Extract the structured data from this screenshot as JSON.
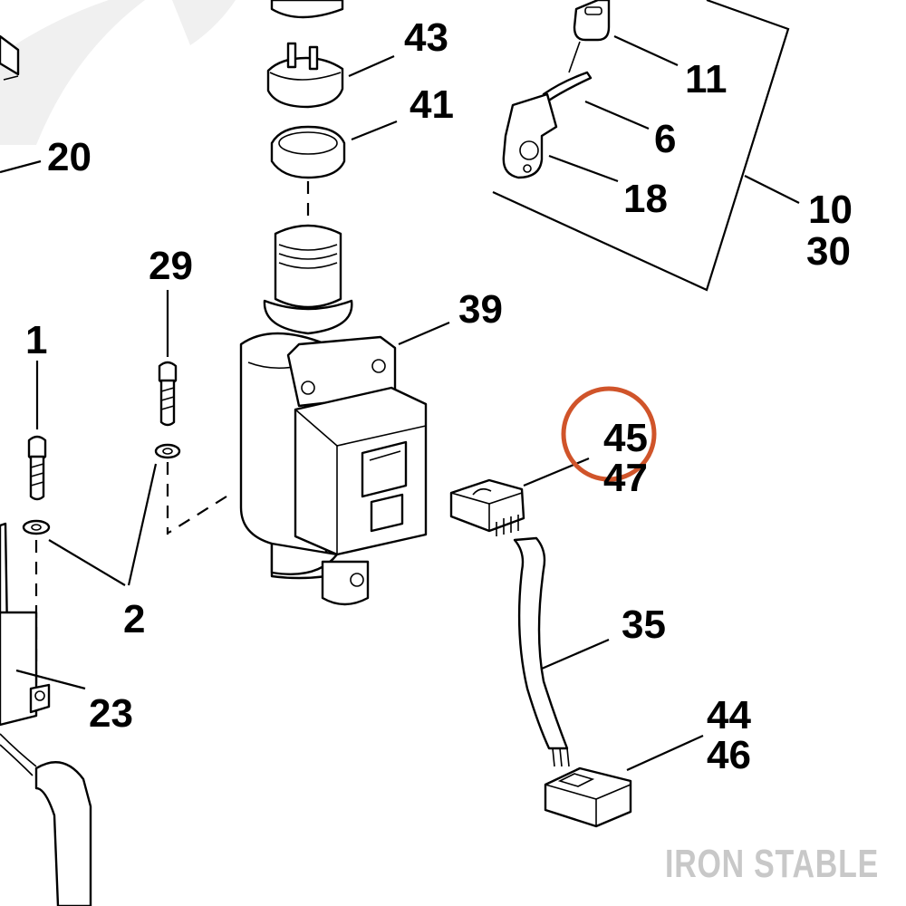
{
  "callouts": {
    "c20": "20",
    "c43": "43",
    "c41": "41",
    "c11": "11",
    "c6": "6",
    "c18": "18",
    "c10": "10",
    "c30": "30",
    "c29": "29",
    "c39": "39",
    "c1": "1",
    "c45": "45",
    "c47": "47",
    "c2": "2",
    "c35": "35",
    "c23": "23",
    "c44": "44",
    "c46": "46"
  },
  "watermark": "IRON STABLE",
  "colors": {
    "highlight_circle": "#d0542a",
    "watermark": "#c8c8c8",
    "ink": "#000000"
  }
}
